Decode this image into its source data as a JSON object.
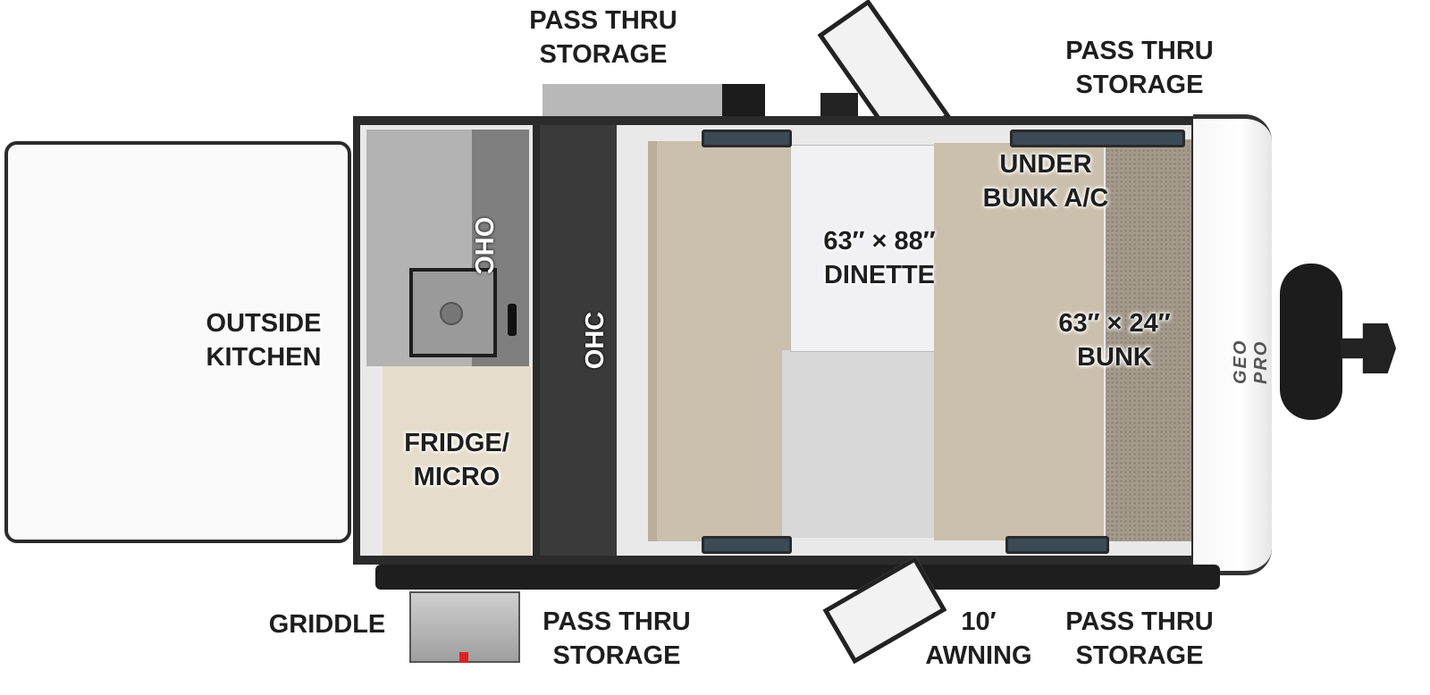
{
  "labels": {
    "pass_thru_top_left": [
      "PASS THRU",
      "STORAGE"
    ],
    "pass_thru_top_right": [
      "PASS THRU",
      "STORAGE"
    ],
    "pass_thru_bottom_left": [
      "PASS THRU",
      "STORAGE"
    ],
    "pass_thru_bottom_right": [
      "PASS THRU",
      "STORAGE"
    ],
    "outside_kitchen": [
      "OUTSIDE",
      "KITCHEN"
    ],
    "ohc_kitchen": "OHC",
    "ohc_rear": "OHC",
    "fridge_micro": [
      "FRIDGE/",
      "MICRO"
    ],
    "dinette": [
      "63″ × 88″",
      "DINETTE"
    ],
    "under_bunk_ac": [
      "UNDER",
      "BUNK A/C"
    ],
    "bunk": [
      "63″ × 24″",
      "BUNK"
    ],
    "griddle": "GRIDDLE",
    "awning": [
      "10′",
      "AWNING"
    ]
  },
  "logo": "GEO PRO",
  "colors": {
    "wall": "#2b2b2b",
    "kitchen": "#a9a9a9",
    "ohc": "#3a3a3a",
    "wood": "#e6dccb",
    "upholstery": "#cbbfad",
    "bunk": "#a49a8c",
    "floor": "#d8d8d8",
    "logo_accent": "#e08a2c"
  }
}
